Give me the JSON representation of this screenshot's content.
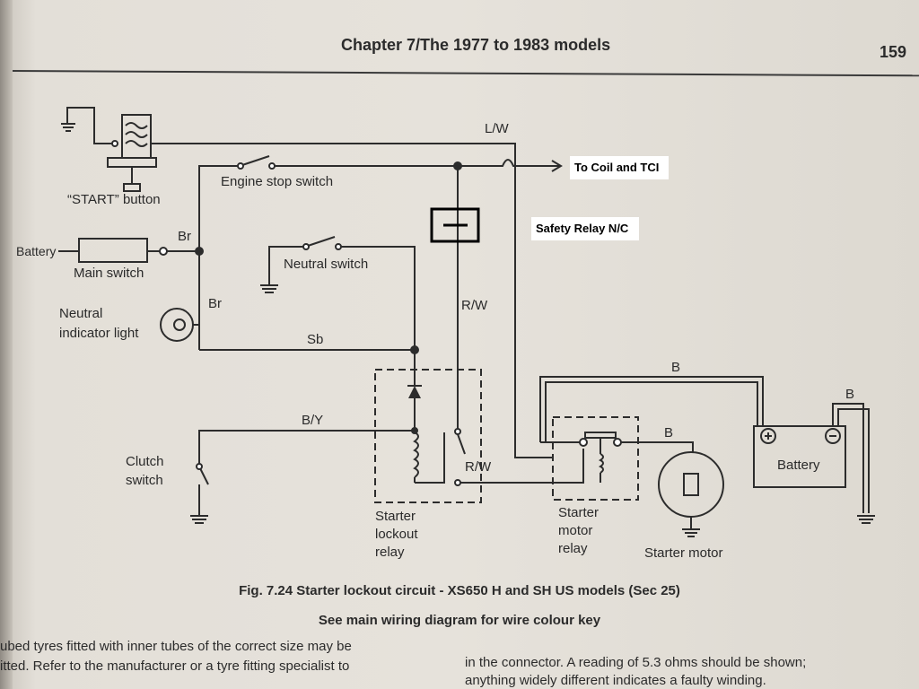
{
  "header": {
    "title": "Chapter 7/The 1977 to 1983 models",
    "page_number": "159"
  },
  "diagram": {
    "labels": {
      "start_button": "“START” button",
      "engine_stop_switch": "Engine stop switch",
      "battery_in": "Battery",
      "main_switch": "Main switch",
      "neutral_switch": "Neutral switch",
      "neutral_indicator_light_1": "Neutral",
      "neutral_indicator_light_2": "indicator light",
      "clutch_switch_1": "Clutch",
      "clutch_switch_2": "switch",
      "starter_lockout_relay_1": "Starter",
      "starter_lockout_relay_2": "lockout",
      "starter_lockout_relay_3": "relay",
      "starter_motor_relay_1": "Starter",
      "starter_motor_relay_2": "motor",
      "starter_motor_relay_3": "relay",
      "starter_motor": "Starter motor",
      "battery": "Battery"
    },
    "wire_colors": {
      "lw": "L/W",
      "br_top": "Br",
      "br_left": "Br",
      "sb": "Sb",
      "by": "B/Y",
      "rw_vertical": "R/W",
      "rw_relay": "R/W",
      "b_top": "B",
      "b_motor": "B",
      "b_ground": "B"
    },
    "annotations": {
      "to_coil_tci": "To Coil and TCI",
      "safety_relay": "Safety Relay N/C"
    }
  },
  "caption": {
    "figure": "Fig. 7.24  Starter lockout circuit - XS650 H and SH US models (Sec 25)",
    "note": "See main wiring diagram for wire colour key"
  },
  "body_text": {
    "left_line1": "ubed tyres fitted with inner tubes of the correct size may be",
    "left_line2": "itted. Refer to the manufacturer or a tyre fitting specialist to",
    "right_line1": "in the connector. A reading of 5.3 ohms should be shown;",
    "right_line2": "anything widely different indicates a faulty winding."
  }
}
